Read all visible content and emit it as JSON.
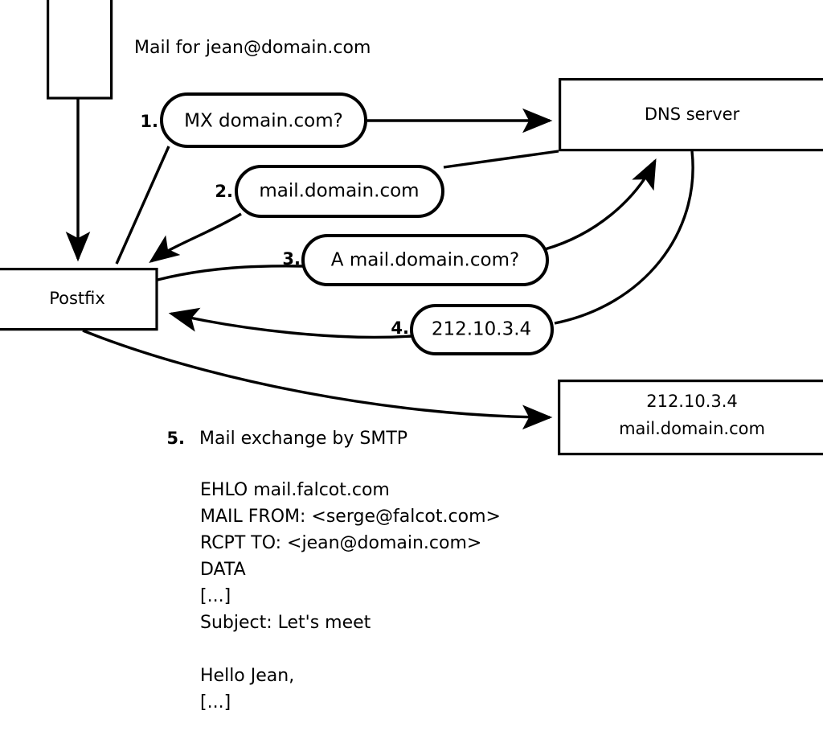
{
  "diagram": {
    "title_note": "Mail for jean@domain.com",
    "nodes": [
      {
        "id": "client",
        "label": "",
        "shape": "rect"
      },
      {
        "id": "postfix",
        "label": "Postfix",
        "shape": "rect"
      },
      {
        "id": "dns",
        "label": "DNS server",
        "shape": "rect"
      },
      {
        "id": "target",
        "label_line1": "212.10.3.4",
        "label_line2": "mail.domain.com",
        "shape": "rect"
      }
    ],
    "steps": [
      {
        "num": "1.",
        "label": "MX domain.com?"
      },
      {
        "num": "2.",
        "label": "mail.domain.com"
      },
      {
        "num": "3.",
        "label": "A mail.domain.com?"
      },
      {
        "num": "4.",
        "label": "212.10.3.4"
      }
    ],
    "step5": {
      "num": "5.",
      "label": "Mail exchange by SMTP"
    },
    "smtp_transcript": [
      "EHLO mail.falcot.com",
      "MAIL FROM: <serge@falcot.com>",
      "RCPT TO: <jean@domain.com>",
      "DATA",
      "[...]",
      "Subject: Let's meet",
      "",
      "Hello Jean,",
      "[...]",
      "",
      "."
    ],
    "colors": {
      "stroke": "#000000",
      "fill": "#ffffff",
      "text": "#000000"
    }
  }
}
